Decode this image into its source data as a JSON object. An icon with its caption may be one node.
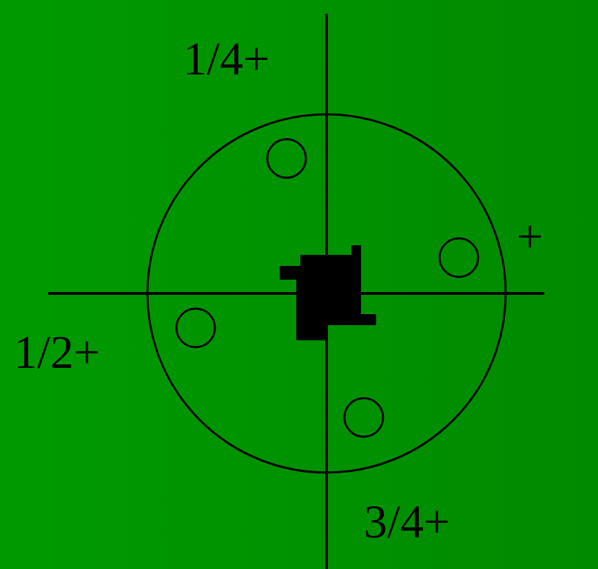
{
  "diagram": {
    "labels": [
      "1/4+",
      "+",
      "1/2+",
      "3/4+"
    ]
  }
}
